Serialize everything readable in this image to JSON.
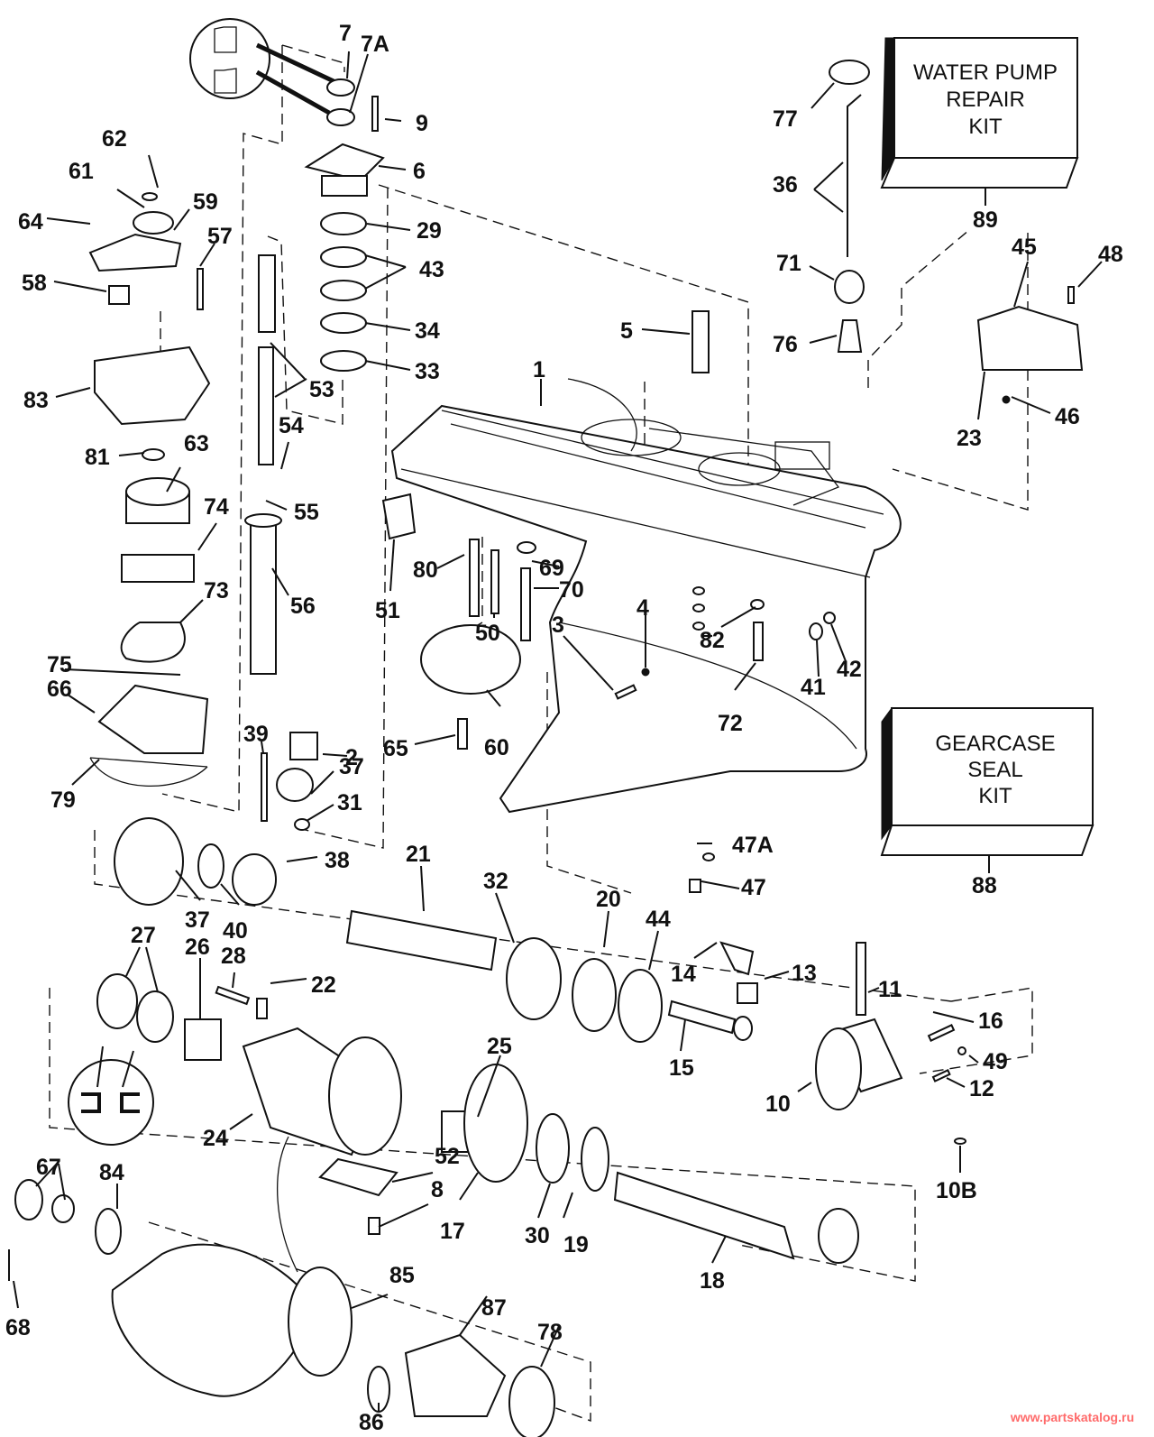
{
  "diagram": {
    "type": "exploded parts diagram",
    "subject": "Outboard gearcase assembly",
    "kits": [
      {
        "id": "water_pump_kit",
        "text": [
          "WATER PUMP",
          "REPAIR",
          "KIT"
        ],
        "ref": "89"
      },
      {
        "id": "gearcase_seal_kit",
        "text": [
          "GEARCASE",
          "SEAL",
          "KIT"
        ],
        "ref": "88"
      }
    ],
    "labels": {
      "p1": "1",
      "p2": "2",
      "p3": "3",
      "p4": "4",
      "p5": "5",
      "p6": "6",
      "p7": "7",
      "p7a": "7A",
      "p8": "8",
      "p9": "9",
      "p10": "10",
      "p10b": "10B",
      "p11": "11",
      "p12": "12",
      "p13": "13",
      "p14": "14",
      "p15": "15",
      "p16": "16",
      "p17": "17",
      "p18": "18",
      "p19": "19",
      "p20": "20",
      "p21": "21",
      "p22": "22",
      "p23": "23",
      "p24": "24",
      "p25": "25",
      "p26": "26",
      "p27": "27",
      "p28": "28",
      "p29": "29",
      "p30": "30",
      "p31": "31",
      "p32": "32",
      "p33": "33",
      "p34": "34",
      "p36": "36",
      "p37a": "37",
      "p37b": "37",
      "p38": "38",
      "p39": "39",
      "p40": "40",
      "p41": "41",
      "p42": "42",
      "p43": "43",
      "p44": "44",
      "p45": "45",
      "p46": "46",
      "p47": "47",
      "p47a": "47A",
      "p48": "48",
      "p49": "49",
      "p50": "50",
      "p51": "51",
      "p52": "52",
      "p53": "53",
      "p54": "54",
      "p55": "55",
      "p56": "56",
      "p57": "57",
      "p58": "58",
      "p59": "59",
      "p60": "60",
      "p61": "61",
      "p62": "62",
      "p63": "63",
      "p64": "64",
      "p65": "65",
      "p66": "66",
      "p67": "67",
      "p68": "68",
      "p69": "69",
      "p70": "70",
      "p71": "71",
      "p72": "72",
      "p73": "73",
      "p74": "74",
      "p75": "75",
      "p76": "76",
      "p77": "77",
      "p78": "78",
      "p79": "79",
      "p80": "80",
      "p81": "81",
      "p82": "82",
      "p83": "83",
      "p84": "84",
      "p85": "85",
      "p86": "86",
      "p87": "87",
      "p88": "88",
      "p89": "89"
    }
  },
  "watermark": "www.partskatalog.ru",
  "colors": {
    "line": "#111111",
    "watermark": "#ff6b6b"
  }
}
